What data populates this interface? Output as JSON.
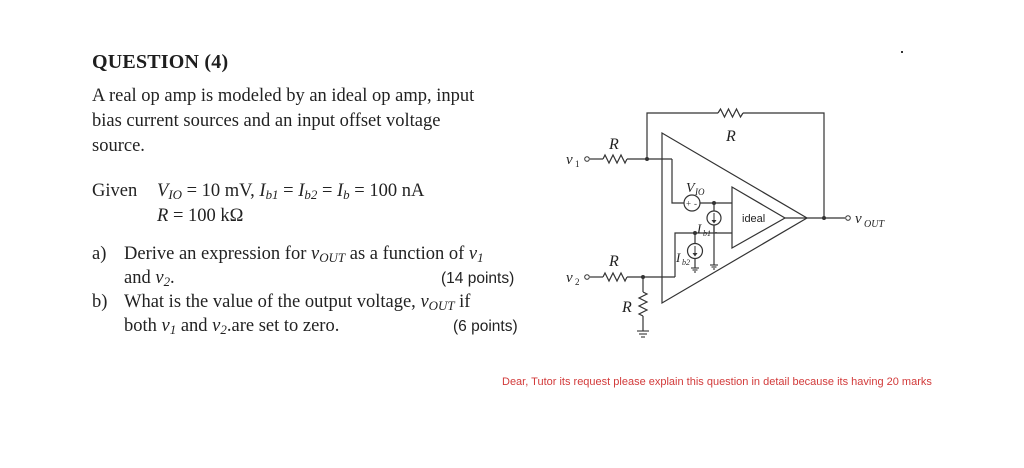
{
  "question": {
    "title": "QUESTION (4)",
    "intro_lines": [
      "A real op amp is modeled by an ideal op amp, input",
      "bias current sources and an input offset voltage",
      "source."
    ],
    "given": {
      "label": "Given",
      "line1": {
        "vio_symbol": "V",
        "vio_sub": "IO",
        "vio_value": "= 10 mV,",
        "ib1_symbol": "I",
        "ib1_sub": "b1",
        "eq1": "=",
        "ib2_symbol": "I",
        "ib2_sub": "b2",
        "eq2": "=",
        "ib_symbol": "I",
        "ib_sub": "b",
        "ib_value": "= 100 nA"
      },
      "line2": {
        "r_symbol": "R",
        "r_value": "= 100 kΩ"
      }
    },
    "parts": [
      {
        "marker": "a)",
        "line1_pre": "Derive an expression for ",
        "line1_var": "v",
        "line1_var_sub": "OUT",
        "line1_post": " as a function of ",
        "line1_var2": "v",
        "line1_var2_sub": "1",
        "line2_pre": "and ",
        "line2_var": "v",
        "line2_var_sub": "2",
        "line2_post": ".",
        "points": "(14 points)"
      },
      {
        "marker": "b)",
        "line1_pre": "What is the value of the output voltage, ",
        "line1_var": "v",
        "line1_var_sub": "OUT",
        "line1_post": " if",
        "line2_pre": "both ",
        "line2_var": "v",
        "line2_var_sub": "1",
        "line2_mid": " and ",
        "line2_var2": "v",
        "line2_var2_sub": "2",
        "line2_post": ".are set to zero.",
        "points": "(6 points)"
      }
    ]
  },
  "circuit": {
    "labels": {
      "r_input1": "R",
      "r_feedback": "R",
      "r_input2": "R",
      "r_ground": "R",
      "v1": "v",
      "v1_sub": "1",
      "v2": "v",
      "v2_sub": "2",
      "vout": "v",
      "vout_sub": "OUT",
      "vio": "V",
      "vio_sub": "IO",
      "ib1": "I",
      "ib1_sub": "b1",
      "ib2": "I",
      "ib2_sub": "b2",
      "ideal": "ideal"
    }
  },
  "note": {
    "text": "Dear, Tutor its request please explain this question in detail because its having 20 marks",
    "color": "#d23a3a"
  }
}
